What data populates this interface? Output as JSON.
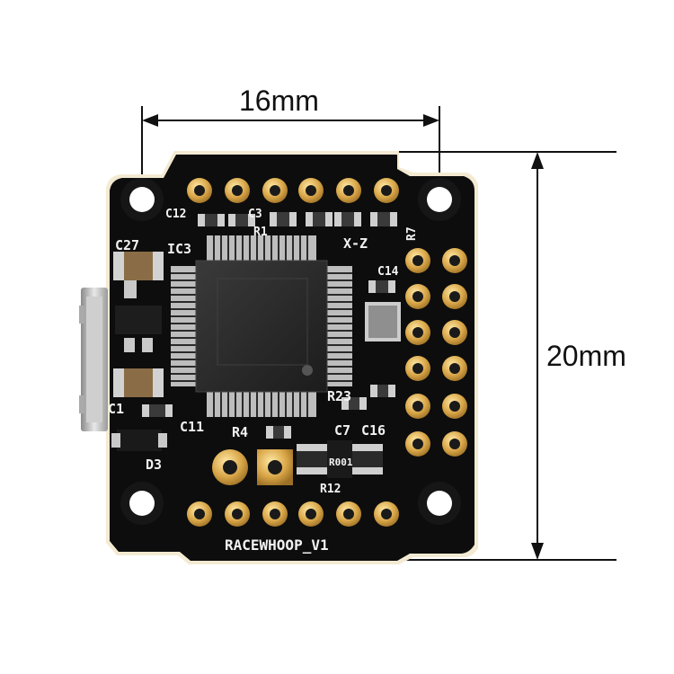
{
  "dimensions": {
    "width_label": "16mm",
    "height_label": "20mm"
  },
  "board": {
    "name": "RACEWHOOP_V1",
    "silkscreen": [
      "C12",
      "C3",
      "R1",
      "R7",
      "IC3",
      "C27",
      "C14",
      "R23",
      "C1",
      "C11",
      "R4",
      "C7",
      "C16",
      "D3",
      "R12",
      "R001",
      "X-Z"
    ],
    "colors": {
      "pcb": "#0d0d0d",
      "gold": "#d9a648",
      "substrate": "#f3ead2"
    }
  }
}
